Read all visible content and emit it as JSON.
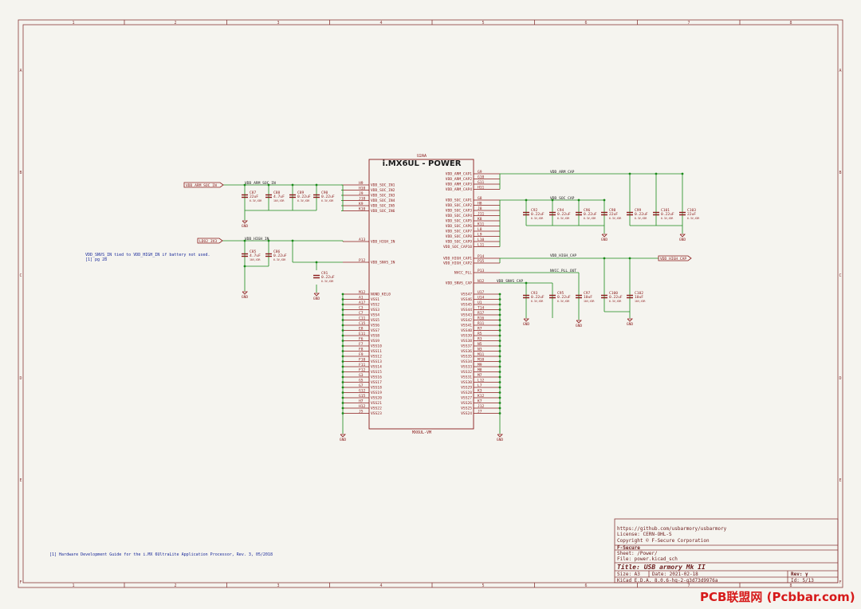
{
  "frame": {
    "cols": [
      "1",
      "2",
      "3",
      "4",
      "5",
      "6",
      "7",
      "8"
    ],
    "rows": [
      "A",
      "B",
      "C",
      "D",
      "E",
      "F"
    ]
  },
  "chip": {
    "ref": "U2AA",
    "title": "i.MX6UL - POWER",
    "footprint": "MX6UL-VM",
    "left_pins": [
      {
        "num": "H9",
        "name": "VDD_SOC_IN1"
      },
      {
        "num": "H10",
        "name": "VDD_SOC_IN2"
      },
      {
        "num": "J9",
        "name": "VDD_SOC_IN3"
      },
      {
        "num": "J10",
        "name": "VDD_SOC_IN4"
      },
      {
        "num": "K9",
        "name": "VDD_SOC_IN5"
      },
      {
        "num": "K10",
        "name": "VDD_SOC_IN6"
      },
      {
        "num": "A13",
        "name": "VDD_HIGH_IN"
      },
      {
        "num": "P12",
        "name": "VDD_SNVS_IN"
      }
    ],
    "left_vss": [
      {
        "num": "M12",
        "name": "NGND_KEL0"
      },
      {
        "num": "A1",
        "name": "VSS1"
      },
      {
        "num": "A17",
        "name": "VSS2"
      },
      {
        "num": "C3",
        "name": "VSS3"
      },
      {
        "num": "C7",
        "name": "VSS4"
      },
      {
        "num": "C11",
        "name": "VSS5"
      },
      {
        "num": "C15",
        "name": "VSS6"
      },
      {
        "num": "E8",
        "name": "VSS7"
      },
      {
        "num": "E11",
        "name": "VSS8"
      },
      {
        "num": "F6",
        "name": "VSS9"
      },
      {
        "num": "F7",
        "name": "VSS10"
      },
      {
        "num": "F8",
        "name": "VSS11"
      },
      {
        "num": "F9",
        "name": "VSS12"
      },
      {
        "num": "F10",
        "name": "VSS13"
      },
      {
        "num": "F11",
        "name": "VSS14"
      },
      {
        "num": "F12",
        "name": "VSS15"
      },
      {
        "num": "G3",
        "name": "VSS16"
      },
      {
        "num": "G5",
        "name": "VSS17"
      },
      {
        "num": "G7",
        "name": "VSS18"
      },
      {
        "num": "G12",
        "name": "VSS19"
      },
      {
        "num": "G15",
        "name": "VSS20"
      },
      {
        "num": "H7",
        "name": "VSS21"
      },
      {
        "num": "H12",
        "name": "VSS22"
      },
      {
        "num": "J5",
        "name": "VSS23"
      }
    ],
    "right_arm": [
      {
        "num": "G9",
        "name": "VDD_ARM_CAP1"
      },
      {
        "num": "G10",
        "name": "VDD_ARM_CAP2"
      },
      {
        "num": "G11",
        "name": "VDD_ARM_CAP3"
      },
      {
        "num": "H11",
        "name": "VDD_ARM_CAP4"
      }
    ],
    "right_soc": [
      {
        "num": "G8",
        "name": "VDD_SOC_CAP1"
      },
      {
        "num": "H8",
        "name": "VDD_SOC_CAP2"
      },
      {
        "num": "J8",
        "name": "VDD_SOC_CAP3"
      },
      {
        "num": "J11",
        "name": "VDD_SOC_CAP4"
      },
      {
        "num": "K8",
        "name": "VDD_SOC_CAP5"
      },
      {
        "num": "K11",
        "name": "VDD_SOC_CAP6"
      },
      {
        "num": "L8",
        "name": "VDD_SOC_CAP7"
      },
      {
        "num": "L9",
        "name": "VDD_SOC_CAP8"
      },
      {
        "num": "L10",
        "name": "VDD_SOC_CAP9"
      },
      {
        "num": "L11",
        "name": "VDD_SOC_CAP10"
      }
    ],
    "right_high": [
      {
        "num": "P14",
        "name": "VDD_HIGH_CAP1"
      },
      {
        "num": "P15",
        "name": "VDD_HIGH_CAP2"
      }
    ],
    "right_pll": {
      "num": "P13",
      "name": "NVCC_PLL"
    },
    "right_snvs": {
      "num": "N12",
      "name": "VDD_SNVS_CAP"
    },
    "right_vss": [
      {
        "num": "U17",
        "name": "VSS47"
      },
      {
        "num": "U14",
        "name": "VSS46"
      },
      {
        "num": "U1",
        "name": "VSS45"
      },
      {
        "num": "T14",
        "name": "VSS44"
      },
      {
        "num": "R17",
        "name": "VSS43"
      },
      {
        "num": "R16",
        "name": "VSS42"
      },
      {
        "num": "R11",
        "name": "VSS41"
      },
      {
        "num": "R7",
        "name": "VSS40"
      },
      {
        "num": "R5",
        "name": "VSS39"
      },
      {
        "num": "R3",
        "name": "VSS38"
      },
      {
        "num": "N5",
        "name": "VSS37"
      },
      {
        "num": "N3",
        "name": "VSS36"
      },
      {
        "num": "M11",
        "name": "VSS35"
      },
      {
        "num": "M10",
        "name": "VSS34"
      },
      {
        "num": "M9",
        "name": "VSS33"
      },
      {
        "num": "M8",
        "name": "VSS32"
      },
      {
        "num": "M7",
        "name": "VSS31"
      },
      {
        "num": "L12",
        "name": "VSS30"
      },
      {
        "num": "L7",
        "name": "VSS29"
      },
      {
        "num": "K3",
        "name": "VSS28"
      },
      {
        "num": "K12",
        "name": "VSS27"
      },
      {
        "num": "K7",
        "name": "VSS26"
      },
      {
        "num": "J12",
        "name": "VSS25"
      },
      {
        "num": "J7",
        "name": "VSS24"
      }
    ]
  },
  "nets": {
    "vdd_arm_soc_in": "VDD_ARM_SOC_IN",
    "vdd_high_in": "VDD_HIGH_IN",
    "ldo2_3v3": "LDO2_3V3",
    "vdd_arm_cap": "VDD_ARM_CAP",
    "vdd_soc_cap": "VDD_SOC_CAP",
    "vdd_high_cap": "VDD_HIGH_CAP",
    "nvcc_pll_out": "NVCC_PLL_OUT",
    "vdd_snvs_cap": "VDD_SNVS_CAP",
    "gnd": "GND"
  },
  "caps": {
    "C87": {
      "ref": "C87",
      "val": "22uF",
      "rating": "6.3V,X5R"
    },
    "C88": {
      "ref": "C88",
      "val": "4.7uF",
      "rating": "10V,X5R"
    },
    "C89": {
      "ref": "C89",
      "val": "0.22uF",
      "rating": "6.3V,X5R"
    },
    "C90": {
      "ref": "C90",
      "val": "0.22uF",
      "rating": "6.3V,X5R"
    },
    "C85": {
      "ref": "C85",
      "val": "4.7uF",
      "rating": "10V,X5R"
    },
    "C86": {
      "ref": "C86",
      "val": "0.22uF",
      "rating": "6.3V,X5R"
    },
    "C91": {
      "ref": "C91",
      "val": "0.22uF",
      "rating": "6.3V,X5R"
    },
    "C92": {
      "ref": "C92",
      "val": "0.22uF",
      "rating": "6.3V,X5R"
    },
    "C94": {
      "ref": "C94",
      "val": "0.22uF",
      "rating": "6.3V,X5R"
    },
    "C96": {
      "ref": "C96",
      "val": "0.22uF",
      "rating": "6.3V,X5R"
    },
    "C98": {
      "ref": "C98",
      "val": "22uF",
      "rating": "6.3V,X5R"
    },
    "C99": {
      "ref": "C99",
      "val": "0.22uF",
      "rating": "6.3V,X5R"
    },
    "C101": {
      "ref": "C101",
      "val": "0.22uF",
      "rating": "6.3V,X5R"
    },
    "C103": {
      "ref": "C103",
      "val": "22uF",
      "rating": "6.3V,X5R"
    },
    "C93": {
      "ref": "C93",
      "val": "0.22uF",
      "rating": "6.3V,X5R"
    },
    "C95": {
      "ref": "C95",
      "val": "0.22uF",
      "rating": "6.3V,X5R"
    },
    "C97": {
      "ref": "C97",
      "val": "10uF",
      "rating": "10V,X5R"
    },
    "C100": {
      "ref": "C100",
      "val": "0.22uF",
      "rating": "6.3V,X5R"
    },
    "C102": {
      "ref": "C102",
      "val": "10uF",
      "rating": "10V,X5R"
    }
  },
  "notes": {
    "snvs_line1": "VDD_SNVS_IN tied to VDD_HIGH_IN if battery not used.",
    "snvs_line2": "[1] pg 28",
    "reference": "[1] Hardware Development Guide for the i.MX 6UltraLite Application Processor, Rev. 3, 05/2018"
  },
  "titleblock": {
    "url": "https://github.com/usbarmory/usbarmory",
    "license": "License: CERN-OHL-S",
    "copyright": "Copyright © F-Secure Corporation",
    "company": "F-Secure",
    "sheet": "Sheet: /Power/",
    "file": "File: power.kicad_sch",
    "title": "Title: USB armory Mk II",
    "size": "Size: A3",
    "date": "Date: 2021-02-18",
    "rev": "Rev: γ",
    "kicad": "KiCad E.D.A. 8.0.6-hq-2-g3d73d9976a",
    "id": "Id: 5/13"
  },
  "watermark": "PCB联盟网 (Pcbbar.com)"
}
